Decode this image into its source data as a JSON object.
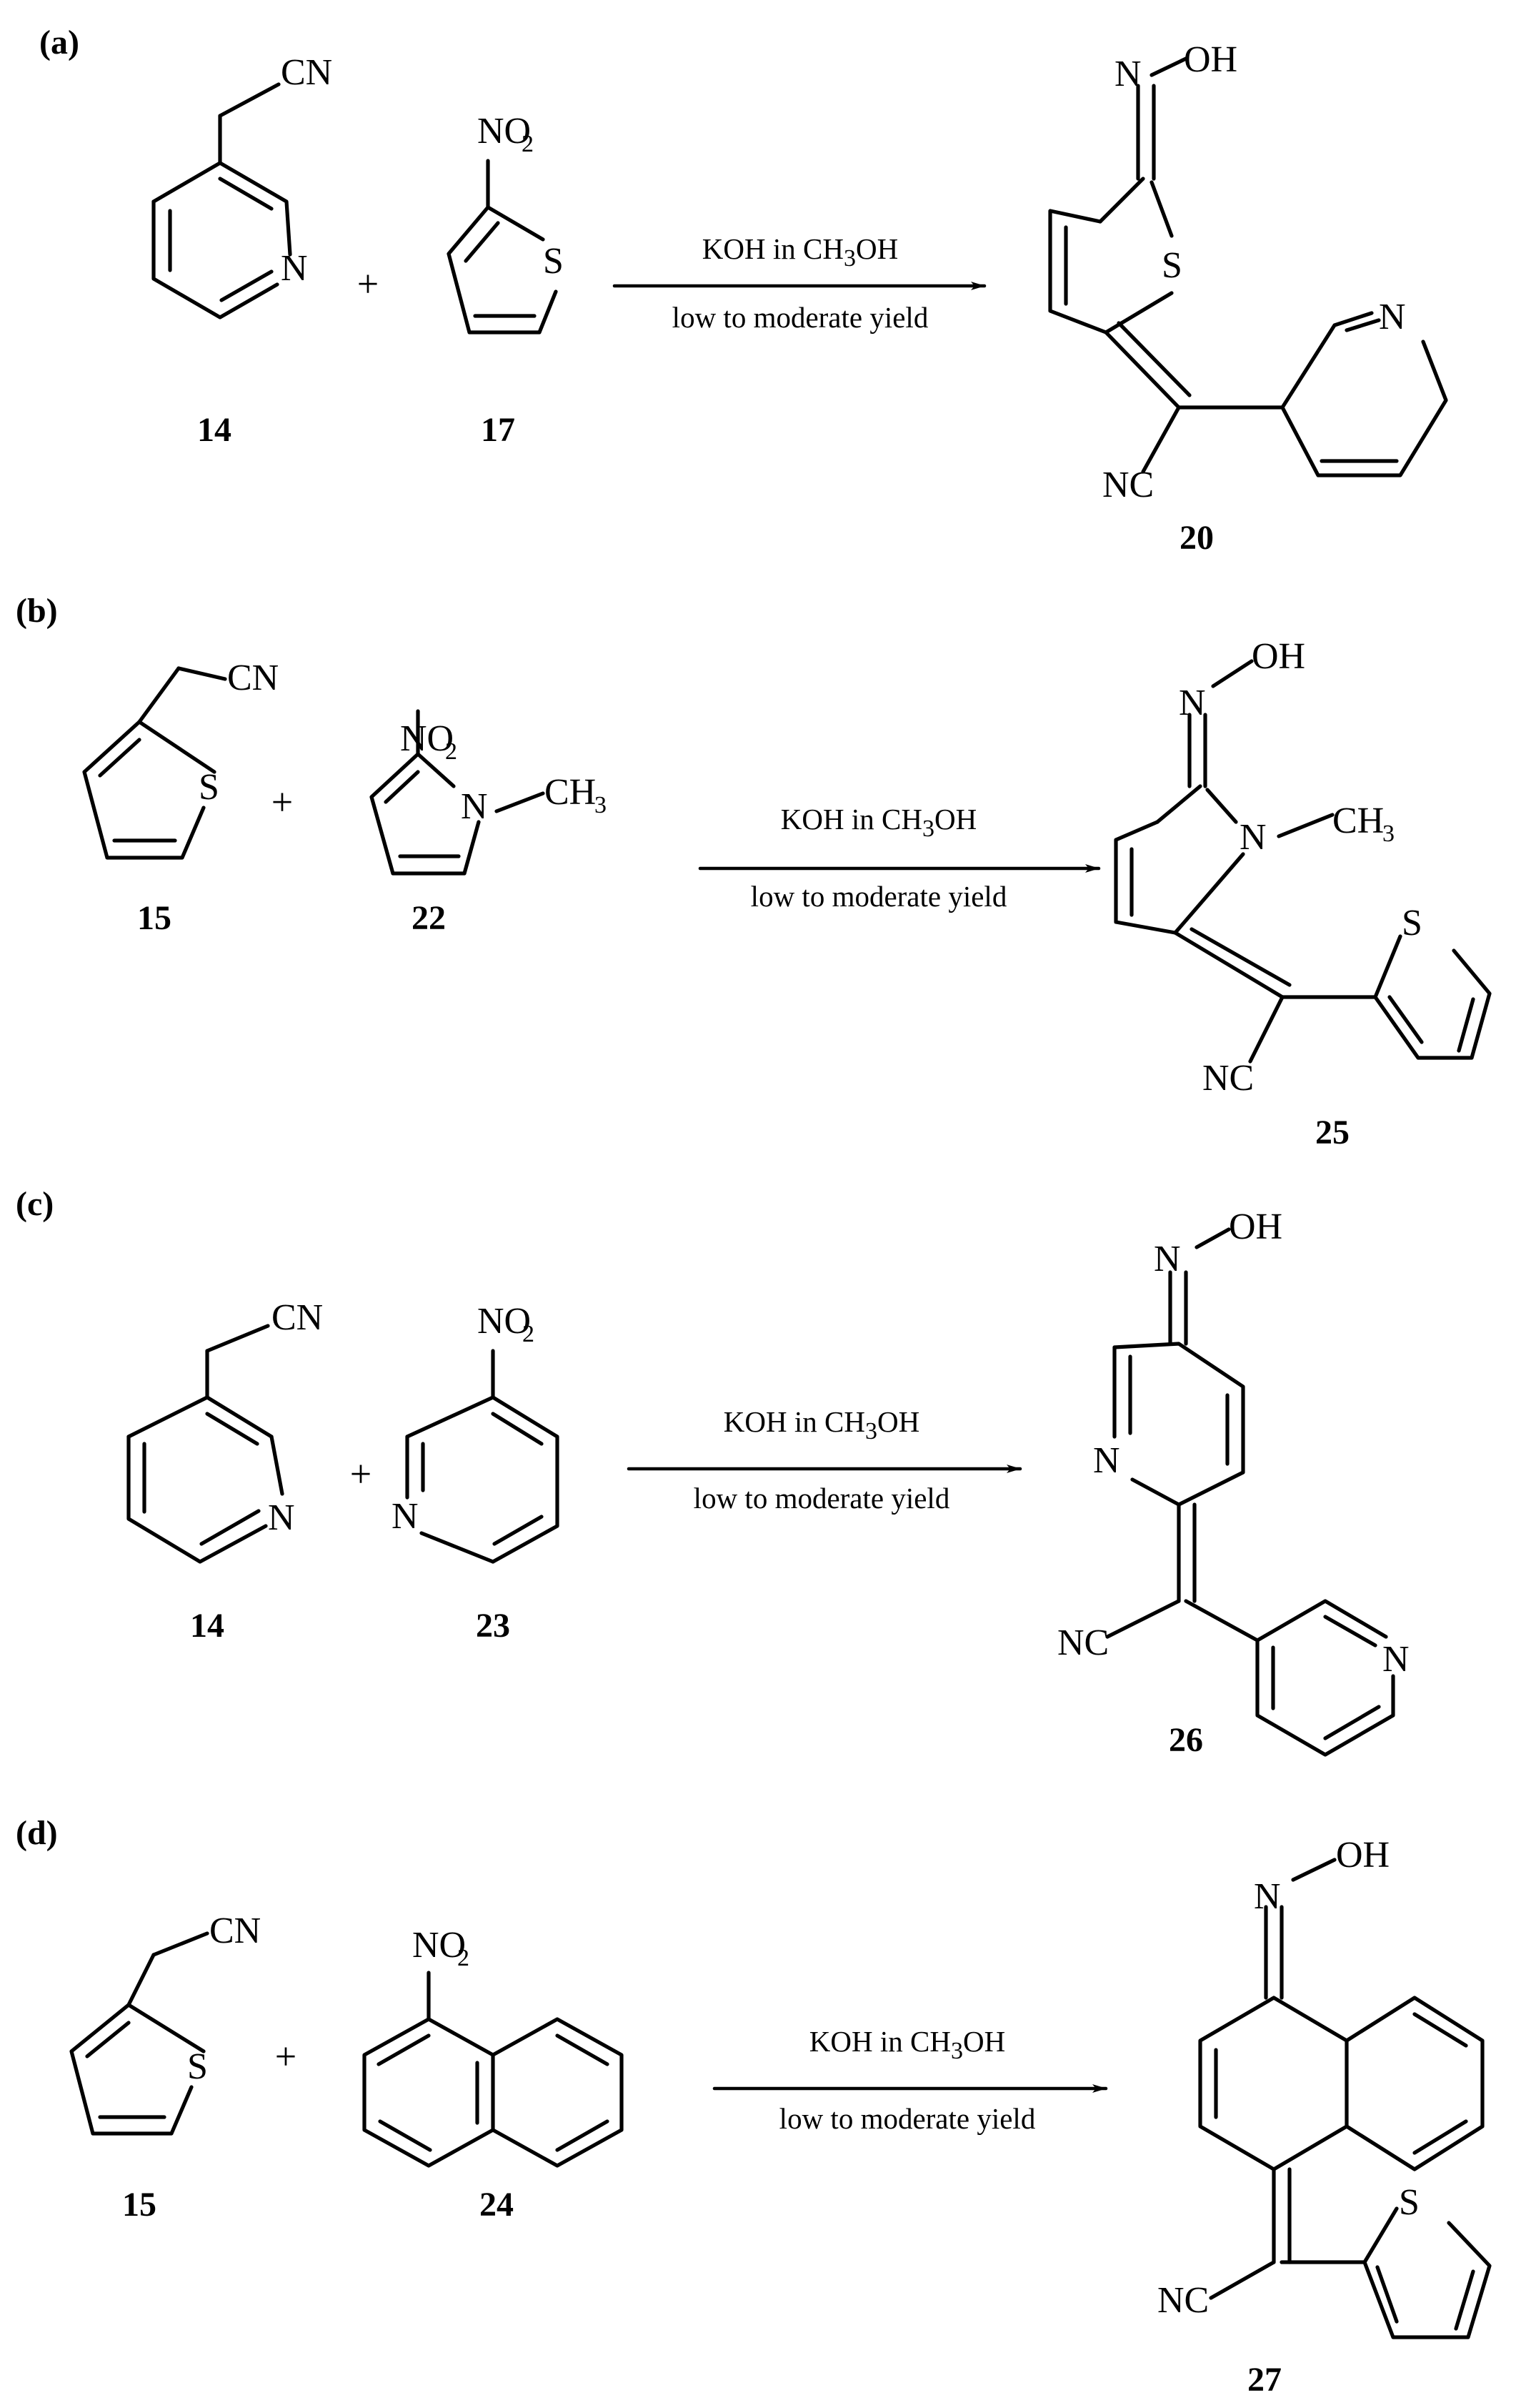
{
  "panels": [
    {
      "label": "(a)",
      "condition_top": [
        "KOH in CH",
        "3",
        "OH"
      ],
      "condition_bottom": "low to moderate yield",
      "reactant1": {
        "number": "14",
        "atoms": [
          "CN",
          "N"
        ]
      },
      "reactant2": {
        "number": "17",
        "atoms": [
          "NO",
          "2",
          "S"
        ]
      },
      "product": {
        "number": "20",
        "atoms": [
          "N",
          "OH",
          "S",
          "N",
          "NC"
        ]
      }
    },
    {
      "label": "(b)",
      "condition_top": [
        "KOH in CH",
        "3",
        "OH"
      ],
      "condition_bottom": "low to moderate yield",
      "reactant1": {
        "number": "15",
        "atoms": [
          "CN",
          "S"
        ]
      },
      "reactant2": {
        "number": "22",
        "atoms": [
          "NO",
          "2",
          "N",
          "CH",
          "3"
        ]
      },
      "product": {
        "number": "25",
        "atoms": [
          "N",
          "OH",
          "N",
          "CH",
          "3",
          "S",
          "NC"
        ]
      }
    },
    {
      "label": "(c)",
      "condition_top": [
        "KOH in CH",
        "3",
        "OH"
      ],
      "condition_bottom": "low to moderate yield",
      "reactant1": {
        "number": "14",
        "atoms": [
          "CN",
          "N"
        ]
      },
      "reactant2": {
        "number": "23",
        "atoms": [
          "NO",
          "2",
          "N"
        ]
      },
      "product": {
        "number": "26",
        "atoms": [
          "N",
          "OH",
          "N",
          "NC",
          "N"
        ]
      }
    },
    {
      "label": "(d)",
      "condition_top": [
        "KOH in CH",
        "3",
        "OH"
      ],
      "condition_bottom": "low to moderate yield",
      "reactant1": {
        "number": "15",
        "atoms": [
          "CN",
          "S"
        ]
      },
      "reactant2": {
        "number": "24",
        "atoms": [
          "NO",
          "2"
        ]
      },
      "product": {
        "number": "27",
        "atoms": [
          "N",
          "OH",
          "NC",
          "S"
        ]
      }
    }
  ],
  "plus_sign": "+"
}
